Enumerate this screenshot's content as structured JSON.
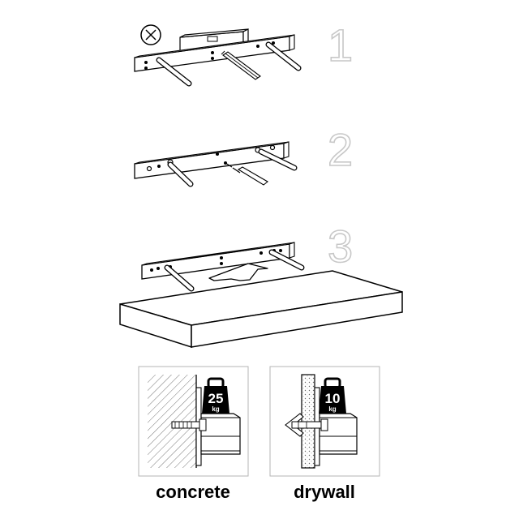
{
  "steps": [
    {
      "number": "1"
    },
    {
      "number": "2"
    },
    {
      "number": "3"
    }
  ],
  "panels": {
    "concrete": {
      "label": "concrete",
      "weight_value": "25",
      "weight_unit": "kg"
    },
    "drywall": {
      "label": "drywall",
      "weight_value": "10",
      "weight_unit": "kg"
    }
  },
  "colors": {
    "line": "#000000",
    "step_outline": "#c8c8c8",
    "panel_border": "#b4b4b4"
  },
  "icons": {
    "no_drill": "crossed-circle-icon",
    "weight": "kettlebell-weight-icon",
    "arrow": "up-arrow-icon"
  }
}
